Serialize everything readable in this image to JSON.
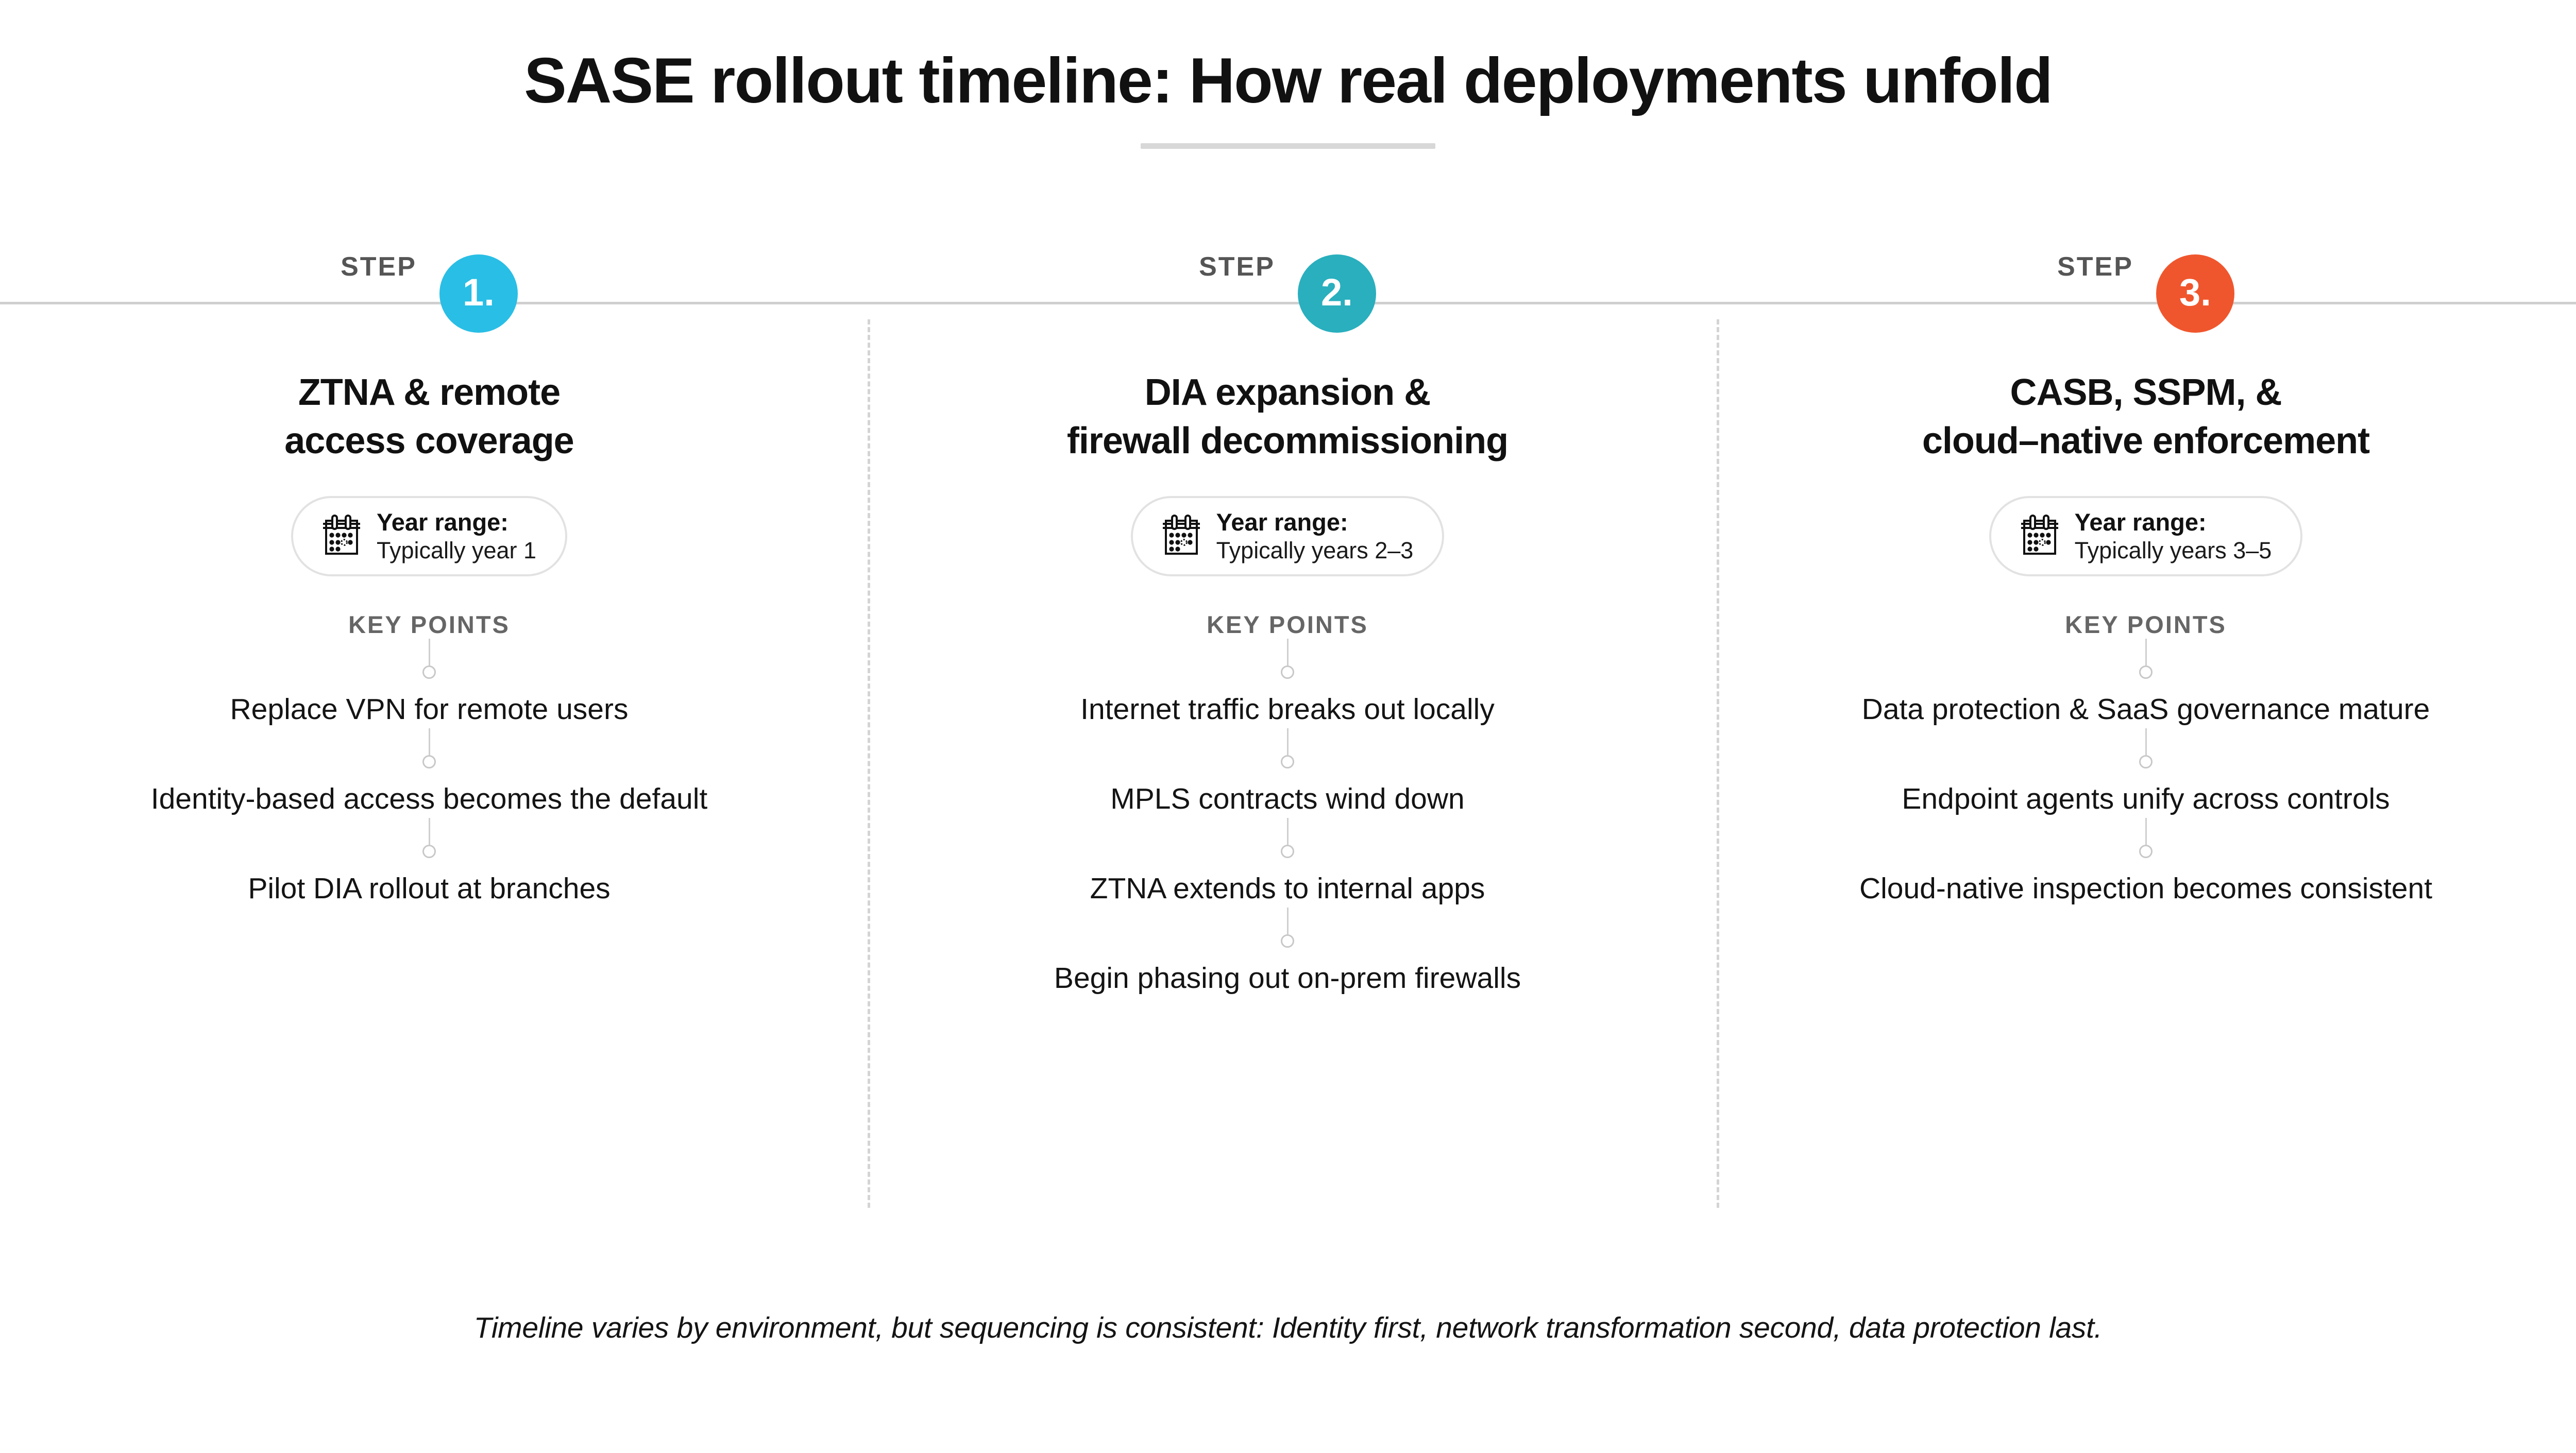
{
  "header": {
    "title": "SASE rollout timeline: How real deployments unfold",
    "accent_color": "#d8d8d8"
  },
  "timeline": {
    "rule_color": "#cfcfcf",
    "divider_color": "#d4d4d4",
    "step_word": "STEP",
    "key_points_label": "KEY POINTS",
    "year_range_label": "Year range:",
    "calendar_icon": "calendar-icon"
  },
  "steps": [
    {
      "step_word": "STEP",
      "number": "1.",
      "color": "#29bee5",
      "title": "ZTNA & remote\naccess coverage",
      "title_line1": "ZTNA & remote",
      "title_line2": "access coverage",
      "year_range_label": "Year range:",
      "year_range_value": "Typically year 1",
      "key_points_label": "KEY POINTS",
      "key_points": [
        "Replace VPN for remote users",
        "Identity-based access becomes the default",
        "Pilot DIA rollout at branches"
      ]
    },
    {
      "step_word": "STEP",
      "number": "2.",
      "color": "#29afbe",
      "title": "DIA expansion &\nfirewall decommissioning",
      "title_line1": "DIA expansion &",
      "title_line2": "firewall decommissioning",
      "year_range_label": "Year range:",
      "year_range_value": "Typically years 2–3",
      "key_points_label": "KEY POINTS",
      "key_points": [
        "Internet traffic breaks out locally",
        "MPLS contracts wind down",
        "ZTNA extends to internal apps",
        "Begin phasing out on-prem firewalls"
      ]
    },
    {
      "step_word": "STEP",
      "number": "3.",
      "color": "#f0562d",
      "title": "CASB, SSPM, &\ncloud-native enforcement",
      "title_line1": "CASB, SSPM, &",
      "title_line2": "cloud–native enforcement",
      "year_range_label": "Year range:",
      "year_range_value": "Typically years 3–5",
      "key_points_label": "KEY POINTS",
      "key_points": [
        "Data protection & SaaS governance mature",
        "Endpoint agents unify across controls",
        "Cloud-native inspection becomes consistent"
      ]
    }
  ],
  "footer": {
    "note": "Timeline varies by environment, but sequencing is consistent: Identity first, network transformation second, data protection last."
  }
}
